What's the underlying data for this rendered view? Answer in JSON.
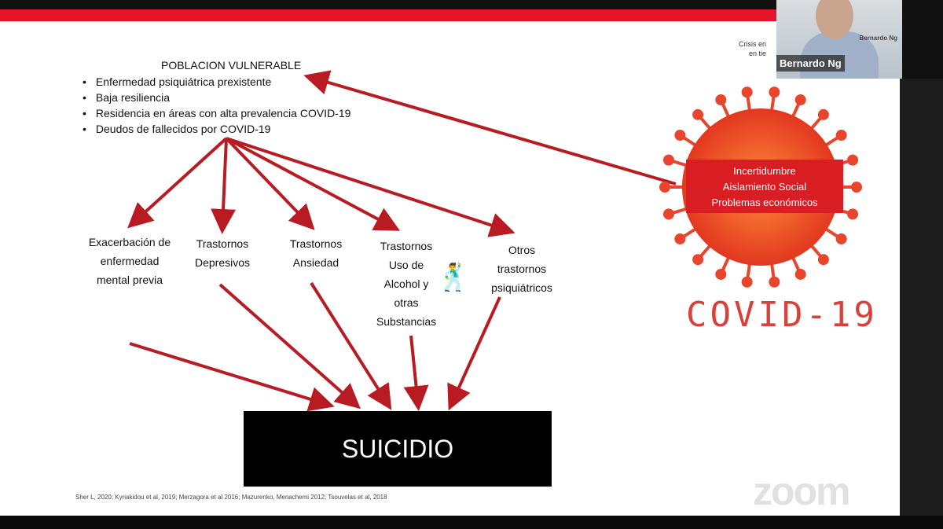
{
  "slide": {
    "title": "POBLACION VULNERABLE",
    "bullets": [
      "Enfermedad psiquiátrica prexistente",
      "Baja resiliencia",
      "Residencia en áreas con alta prevalencia COVID-19",
      "Deudos de fallecidos por COVID-19"
    ],
    "outcomes": [
      "Exacerbación de enfermedad mental previa",
      "Trastornos Depresivos",
      "Trastornos Ansiedad",
      "Trastornos Uso de Alcohol y otras Substancias",
      "Otros trastornos psiquiátricos"
    ],
    "center": "SUICIDIO",
    "stressors": [
      "Incertidumbre",
      "Aislamiento Social",
      "Problemas económicos"
    ],
    "covid_label": "COVID-19",
    "header_partial": [
      "Crisis en",
      "en tie"
    ],
    "references": "Sher L, 2020; Kyriakidou et al, 2019;  Merzagora et al 2016; Mazurenko, Menachemi 2012; Tsouvelas et al, 2018"
  },
  "video": {
    "participant_name": "Bernardo Ng",
    "brand": "Bernardo Ng"
  },
  "watermark": "zoom",
  "colors": {
    "accent_red": "#e4142a",
    "arrow": "#b81c22",
    "virus": "#e8452c"
  }
}
